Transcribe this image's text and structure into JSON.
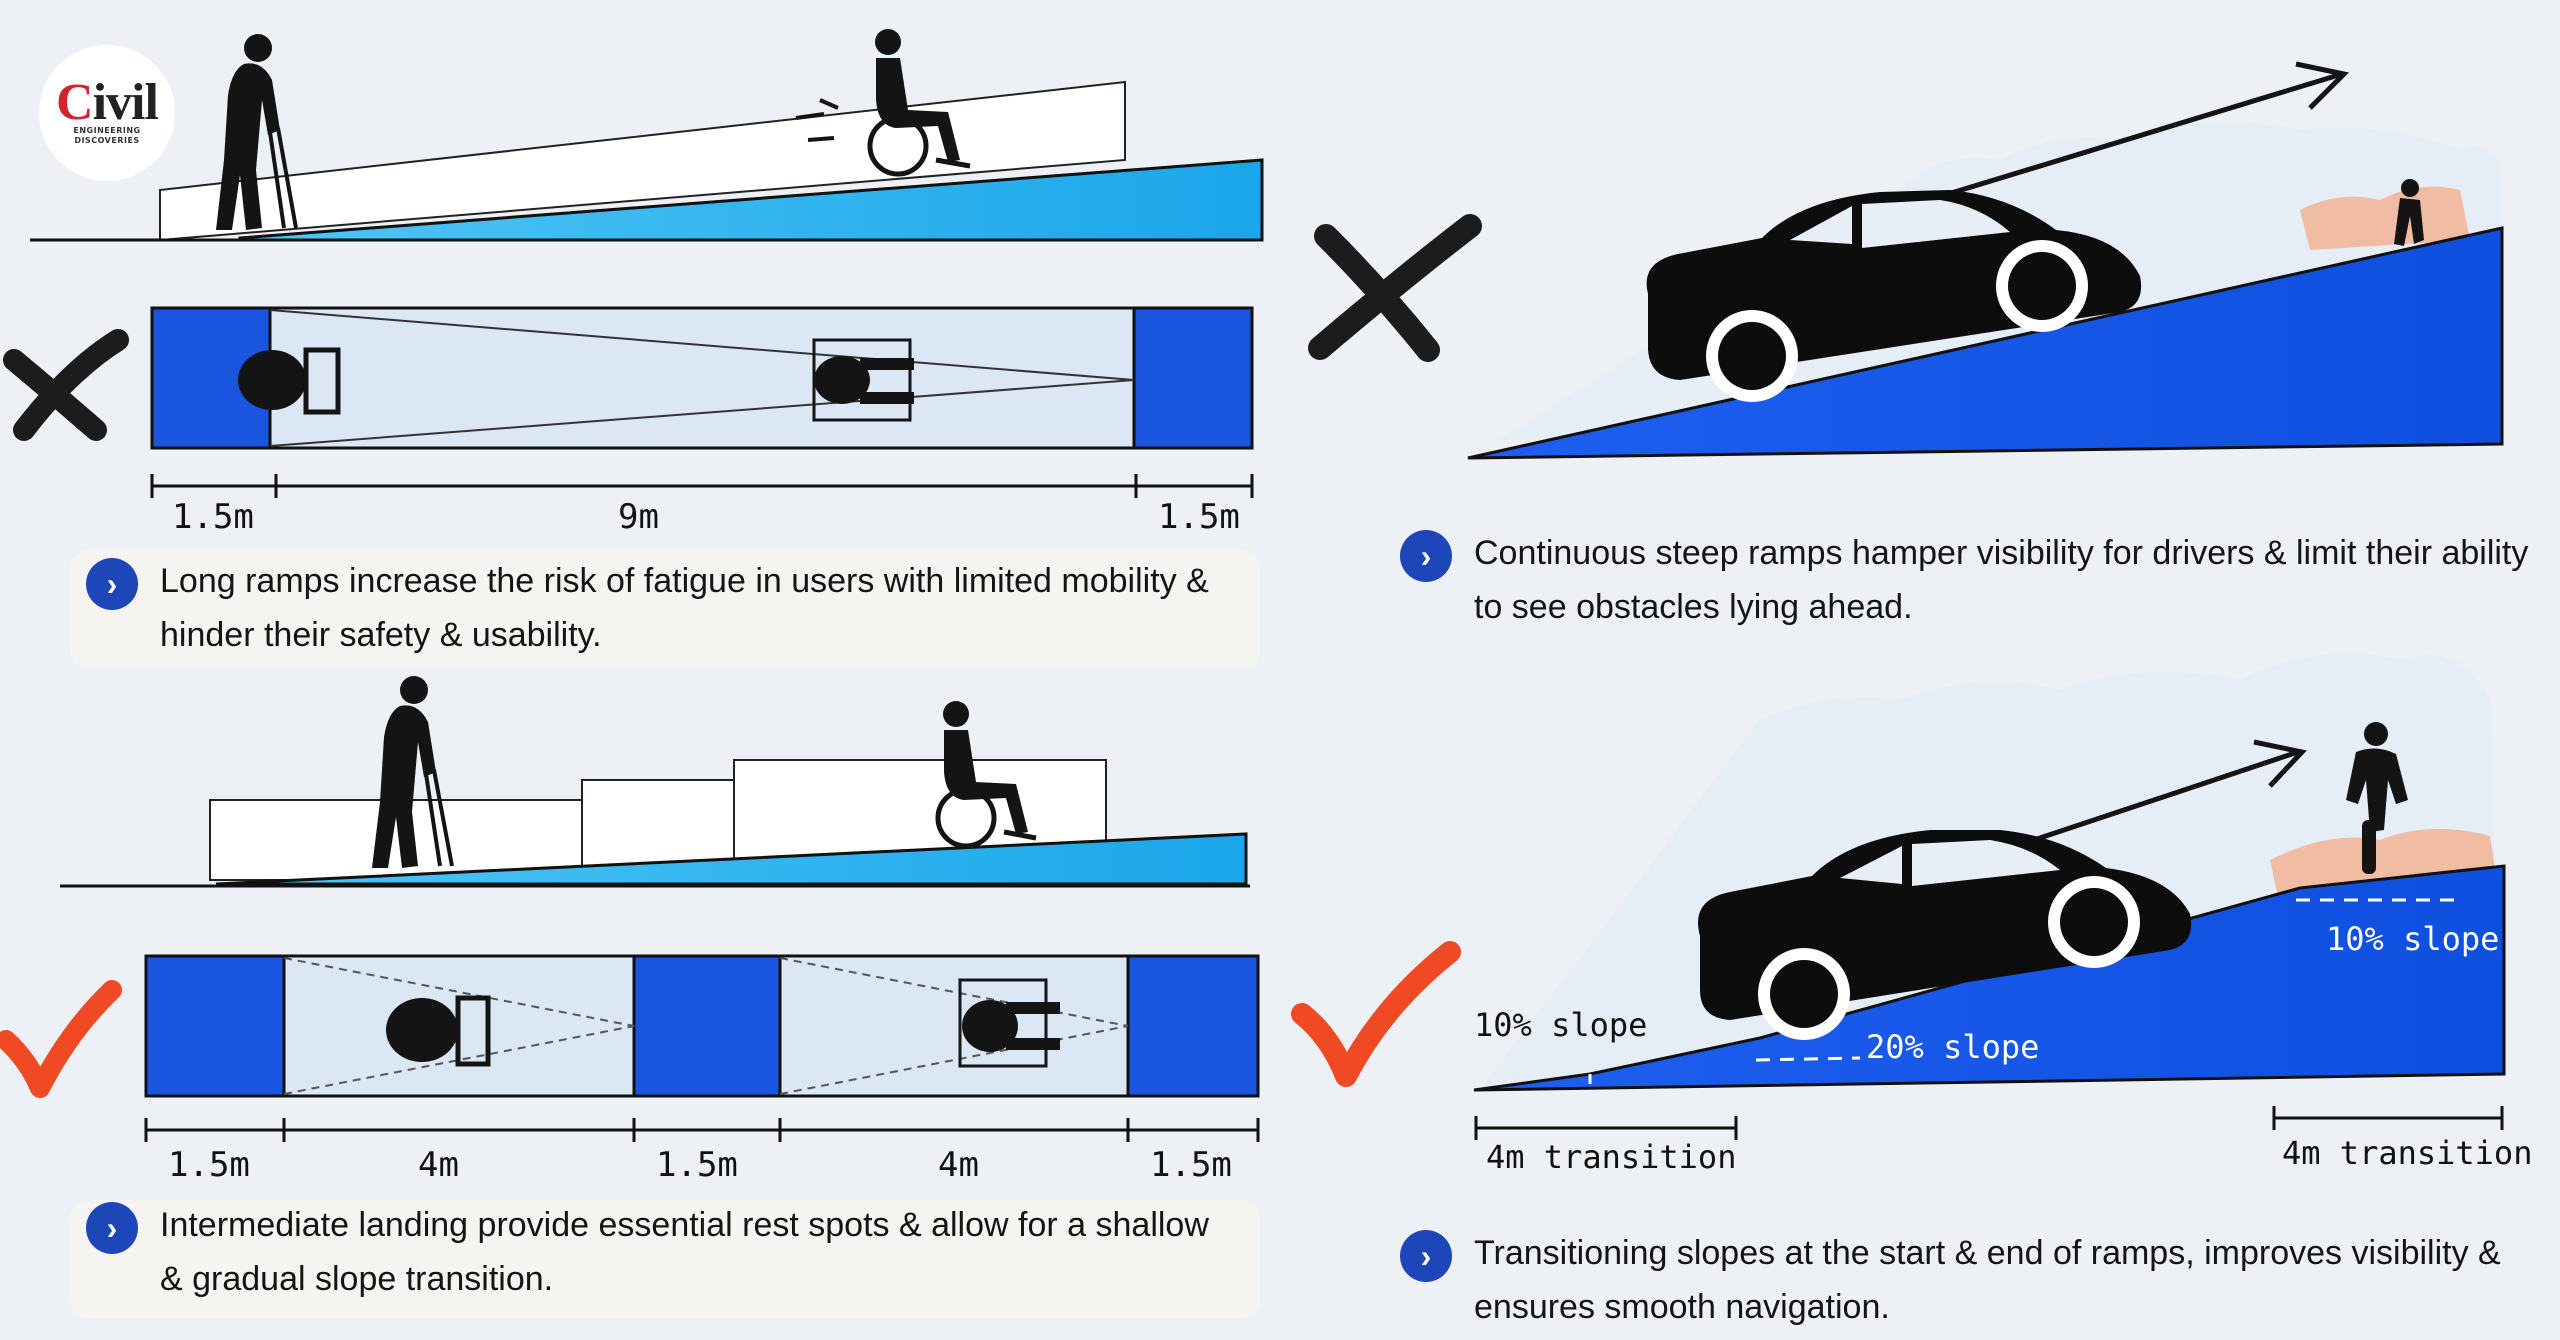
{
  "logo": {
    "word": "Civil",
    "line1": "ENGINEERING",
    "line2": "DISCOVERIES"
  },
  "top_left": {
    "status_icon": "cross-mark-icon",
    "dim_labels": [
      "1.5m",
      "9m",
      "1.5m"
    ],
    "caption": "Long ramps increase the risk of fatigue in users with limited mobility & hinder their safety & usability."
  },
  "bottom_left": {
    "status_icon": "check-mark-icon",
    "dim_labels": [
      "1.5m",
      "4m",
      "1.5m",
      "4m",
      "1.5m"
    ],
    "caption": "Intermediate landing provide essential rest spots & allow for a shallow & gradual slope transition."
  },
  "top_right": {
    "status_icon": "cross-mark-icon",
    "caption": "Continuous steep ramps hamper visibility for drivers & limit their ability to see obstacles lying ahead."
  },
  "bottom_right": {
    "status_icon": "check-mark-icon",
    "slope_labels": [
      "10% slope",
      "20% slope",
      "10% slope"
    ],
    "transition_labels": [
      "4m transition",
      "4m transition"
    ],
    "caption": "Transitioning slopes at the start & end of ramps, improves visibility & ensures smooth navigation."
  },
  "colors": {
    "ramp_light": "#2bb4ee",
    "ramp_dark": "#1458e8",
    "landing": "#1a55e0",
    "bullet": "#1d47b8",
    "check": "#ef4a24",
    "cross": "#1c1c1c"
  }
}
